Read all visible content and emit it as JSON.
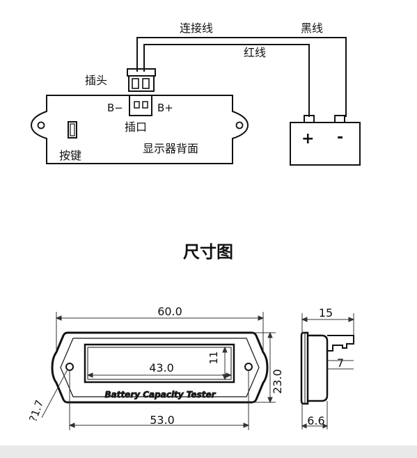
{
  "wiring": {
    "cable_label": "连接线",
    "black_wire_label": "黑线",
    "red_wire_label": "红线",
    "plug_label": "插头",
    "socket_label": "插口",
    "b_minus_label": "B−",
    "b_plus_label": "B+",
    "button_label": "按键",
    "display_back_label": "显示器背面",
    "battery_plus_label": "+",
    "battery_minus_label": "-"
  },
  "dimensions": {
    "title": "尺寸图",
    "overall_width": "60.0",
    "window_width": "43.0",
    "window_height": "11",
    "overall_height": "23.0",
    "hole_spacing": "53.0",
    "hole_diameter": "?1.7",
    "panel_text": "Battery Capacity Tester",
    "side_depth": "15",
    "side_connector": "7",
    "side_thickness": "6.6"
  }
}
